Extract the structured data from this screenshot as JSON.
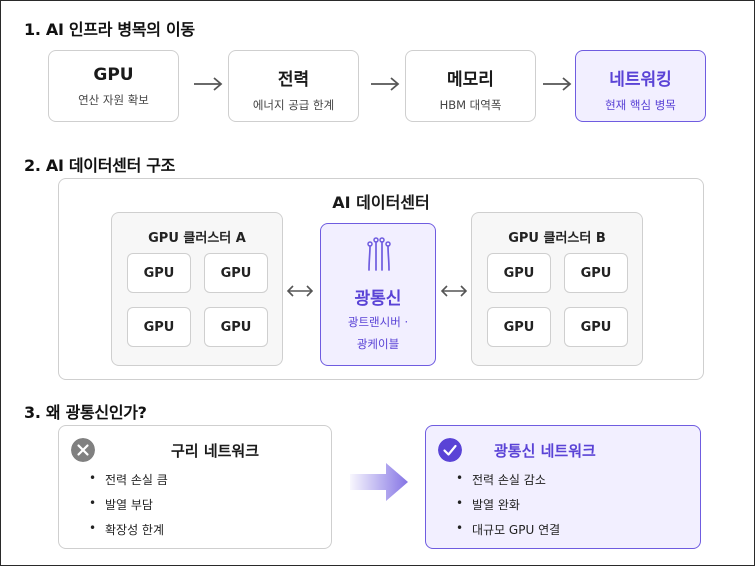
{
  "sections": {
    "s1": "1. AI 인프라 병목의 이동",
    "s2": "2. AI 데이터센터 구조",
    "s3": "3. 왜 광통신인가?"
  },
  "flow": [
    {
      "title": "GPU",
      "sub": "연산 자원 확보"
    },
    {
      "title": "전력",
      "sub": "에너지 공급 한계"
    },
    {
      "title": "메모리",
      "sub": "HBM 대역폭"
    },
    {
      "title": "네트워킹",
      "sub": "현재 핵심 병목"
    }
  ],
  "datacenter": {
    "title": "AI 데이터센터",
    "cluster_a": {
      "title": "GPU 클러스터 A",
      "nodes": [
        "GPU",
        "GPU",
        "GPU",
        "GPU"
      ]
    },
    "cluster_b": {
      "title": "GPU 클러스터 B",
      "nodes": [
        "GPU",
        "GPU",
        "GPU",
        "GPU"
      ]
    },
    "optical": {
      "title": "광통신",
      "line1": "광트랜시버 ·",
      "line2": "광케이블"
    }
  },
  "compare": {
    "copper": {
      "title": "구리 네트워크",
      "items": [
        "전력 손실 큼",
        "발열 부담",
        "확장성 한계"
      ]
    },
    "optical": {
      "title": "광통신 네트워크",
      "items": [
        "전력 손실 감소",
        "발열 완화",
        "대규모 GPU 연결"
      ]
    }
  },
  "colors": {
    "accent": "#6f5ce0",
    "accent_bg": "#f2efff",
    "neutral_badge": "#808080"
  },
  "icons": {
    "flow_arrow": "right-arrow-icon",
    "link": "double-arrow-icon",
    "optical": "fiber-optic-icon",
    "copper_badge": "x-circle-icon",
    "optical_badge": "check-circle-icon"
  }
}
